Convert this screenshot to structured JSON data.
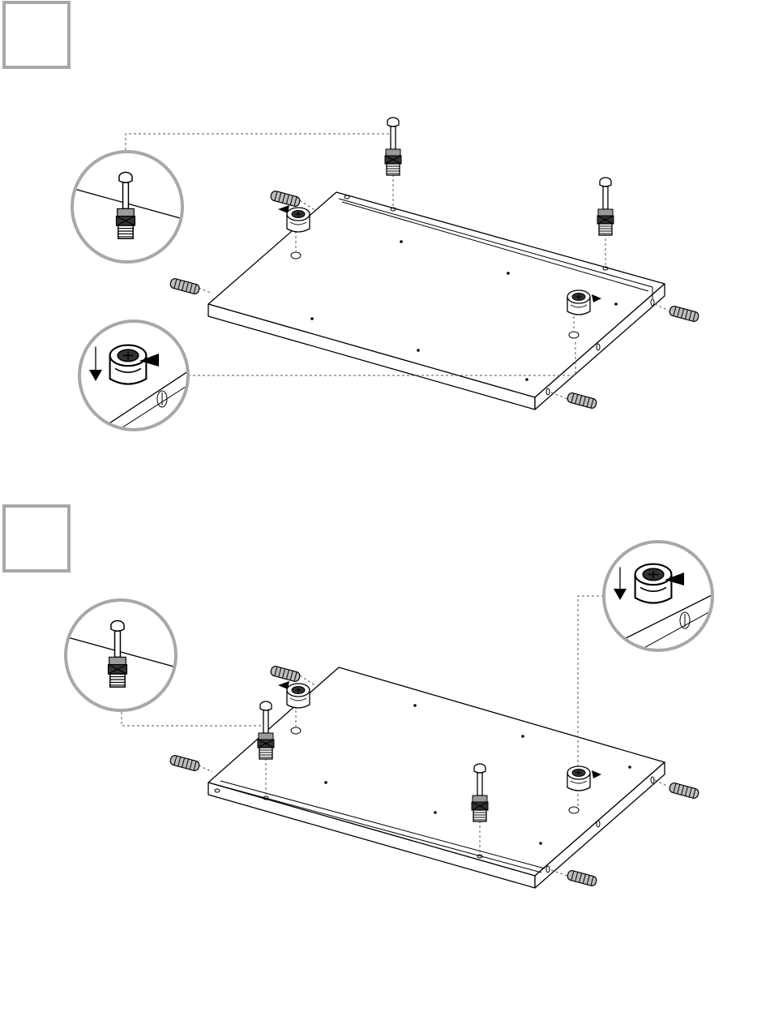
{
  "steps": [
    {
      "id": "step-1",
      "number": ""
    },
    {
      "id": "step-2",
      "number": ""
    }
  ],
  "parts": {
    "dowel": "wooden-dowel",
    "cam_bolt": "cam-bolt",
    "cam_lock": "cam-lock-nut"
  },
  "colors": {
    "step_frame": "#a8a8a8",
    "detail_frame": "#a8a8a8",
    "dowel_fill": "#bdbdbd",
    "line": "#000000"
  },
  "icons": [
    "arrow-down-icon",
    "arrow-right-icon"
  ]
}
